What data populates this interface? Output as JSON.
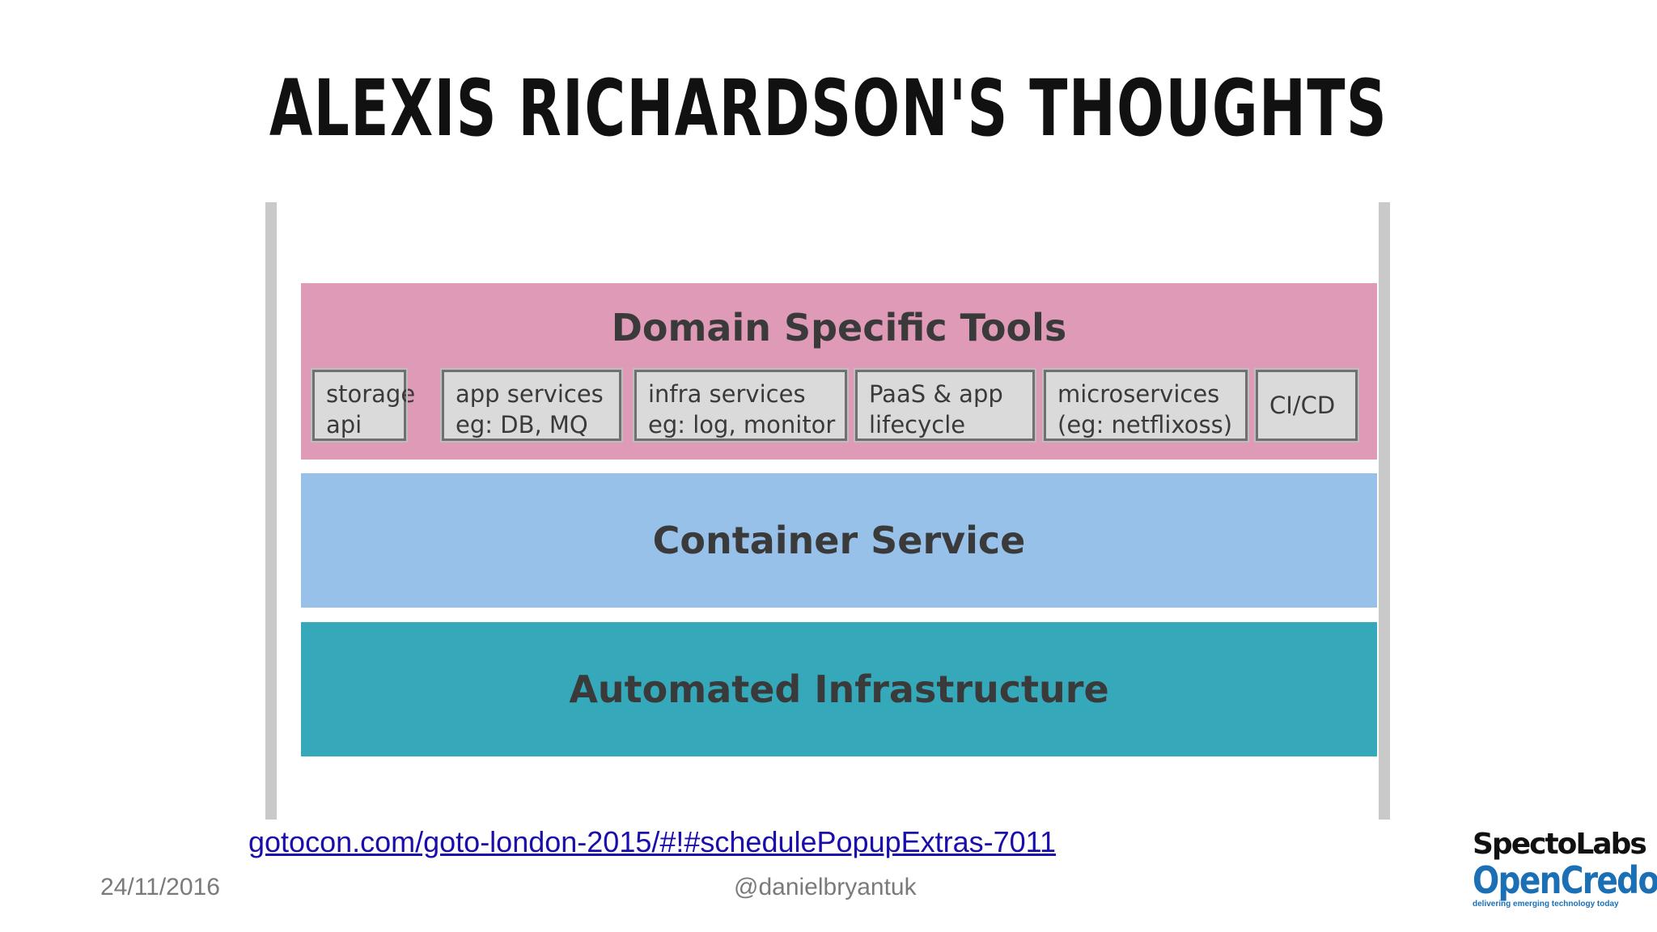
{
  "slide": {
    "title": "ALEXIS RICHARDSON'S THOUGHTS",
    "link": "gotocon.com/goto-london-2015/#!#schedulePopupExtras-7011",
    "date": "24/11/2016",
    "handle": "@danielbryantuk"
  },
  "diagram": {
    "layers": {
      "domain_title": "Domain Specific Tools",
      "container_title": "Container Service",
      "infra_title": "Automated Infrastructure"
    },
    "tools": [
      {
        "line1": "storage",
        "line2": "api"
      },
      {
        "line1": "app services",
        "line2": "eg: DB, MQ"
      },
      {
        "line1": "infra services",
        "line2": "eg: log, monitor"
      },
      {
        "line1": "PaaS & app",
        "line2": "lifecycle"
      },
      {
        "line1": "microservices",
        "line2": "(eg: netflixoss)"
      },
      {
        "line1": "CI/CD"
      }
    ]
  },
  "logo": {
    "spectolabs": "SpectoLabs",
    "opencredo": "OpenCredo",
    "tagline": "delivering emerging technology today"
  },
  "colors": {
    "domain_layer": "#de9ab7",
    "container_layer": "#98c1e9",
    "infra_layer": "#35a9ba",
    "tool_box": "#dadada",
    "link": "#1a0dab"
  }
}
